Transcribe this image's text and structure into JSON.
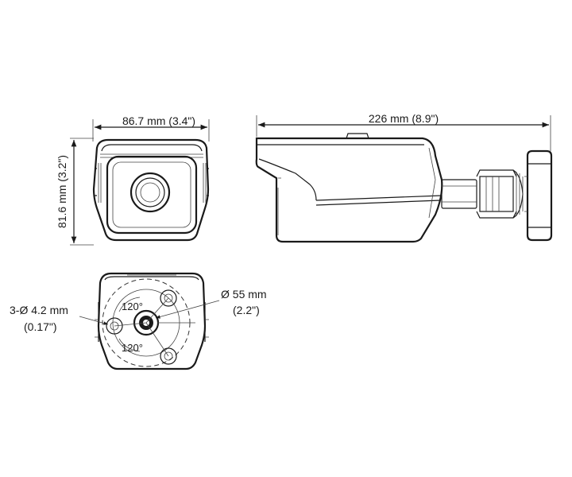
{
  "dimensions": {
    "front_width": "86.7 mm (3.4\")",
    "front_height": "81.6 mm (3.2\")",
    "side_length": "226 mm (8.9\")",
    "base_diameter_line1": "Ø 55 mm",
    "base_diameter_line2": "(2.2\")",
    "hole_spec_line1": "3-Ø 4.2 mm",
    "hole_spec_line2": "(0.17\")",
    "angle_top": "120°",
    "angle_bottom": "120°"
  }
}
